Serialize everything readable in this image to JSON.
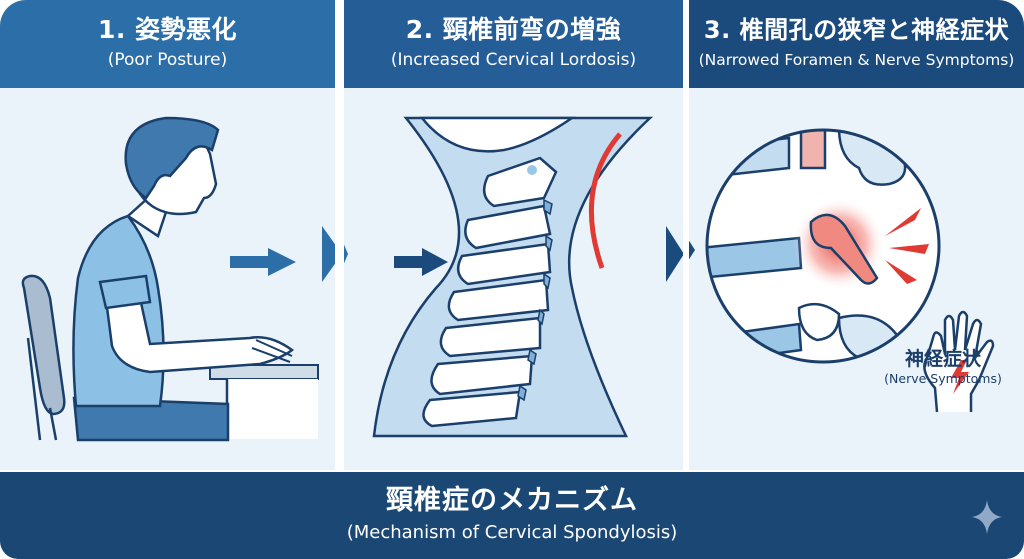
{
  "panels": [
    {
      "step": "1",
      "title": "1. 姿勢悪化",
      "subtitle": "(Poor Posture)"
    },
    {
      "step": "2",
      "title": "2. 頸椎前弯の増強",
      "subtitle": "(Increased Cervical Lordosis)"
    },
    {
      "step": "3",
      "title": "3. 椎間孔の狭窄と神経症状",
      "subtitle": "(Narrowed Foramen & Nerve Symptoms)"
    }
  ],
  "nerve_symptoms": {
    "label": "神経症状",
    "sublabel": "(Nerve Symptoms)"
  },
  "banner": {
    "title": "頸椎症のメカニズム",
    "subtitle": "(Mechanism of Cervical Spondylosis)"
  },
  "icons": {
    "flow_arrows": [
      "arrow-right-icon",
      "play-triangle-icon"
    ],
    "pain_marker": "lightning-bolt-icon",
    "decoration": "sparkle-icon"
  },
  "colors": {
    "header_1": "#2c6ea8",
    "header_2": "#255d97",
    "header_3": "#1b4a7d",
    "banner": "#1b4775",
    "panel_bg": "#eaf3f9",
    "outline": "#1b3f6b",
    "accent_red": "#e03a35"
  }
}
